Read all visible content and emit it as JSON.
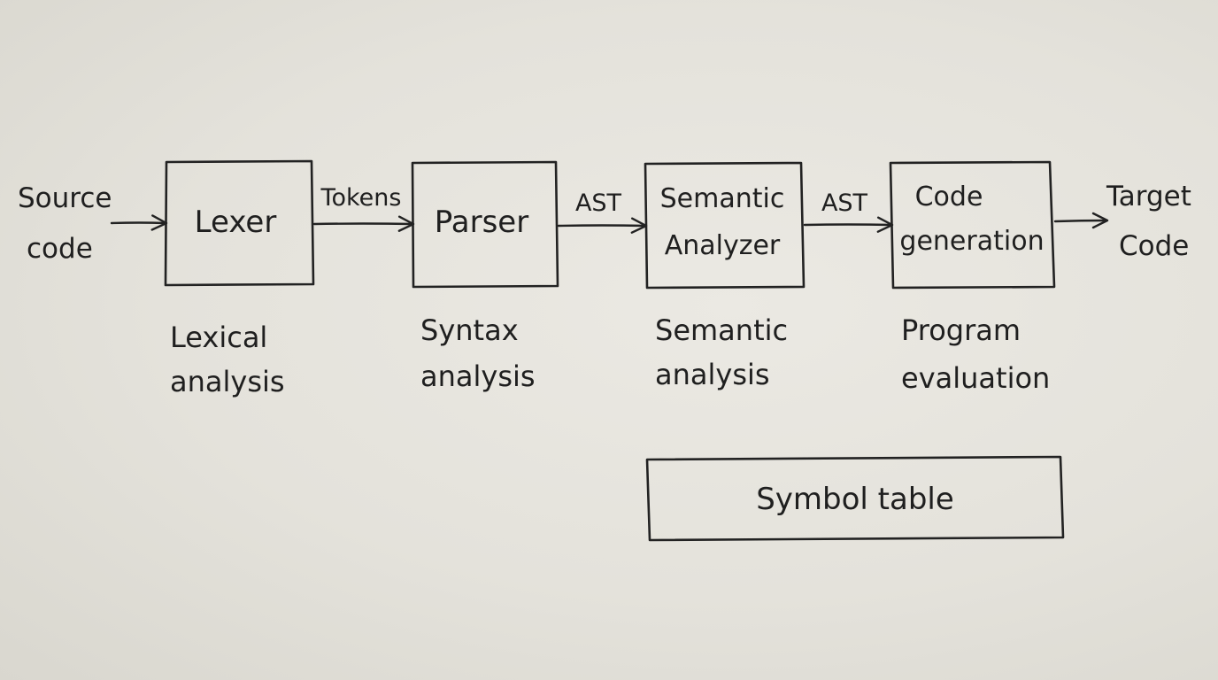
{
  "input": {
    "line1": "Source",
    "line2": "code"
  },
  "output": {
    "line1": "Target",
    "line2": "Code"
  },
  "stages": [
    {
      "label_line1": "Lexer",
      "phase_line1": "Lexical",
      "phase_line2": "analysis"
    },
    {
      "label_line1": "Parser",
      "phase_line1": "Syntax",
      "phase_line2": "analysis"
    },
    {
      "label_line1": "Semantic",
      "label_line2": "Analyzer",
      "phase_line1": "Semantic",
      "phase_line2": "analysis"
    },
    {
      "label_line1": "Code",
      "label_line2": "generation",
      "phase_line1": "Program",
      "phase_line2": "evaluation"
    }
  ],
  "edges": [
    {
      "label": "Tokens"
    },
    {
      "label": "AST"
    },
    {
      "label": "AST"
    }
  ],
  "symbol_table": {
    "label": "Symbol table"
  }
}
